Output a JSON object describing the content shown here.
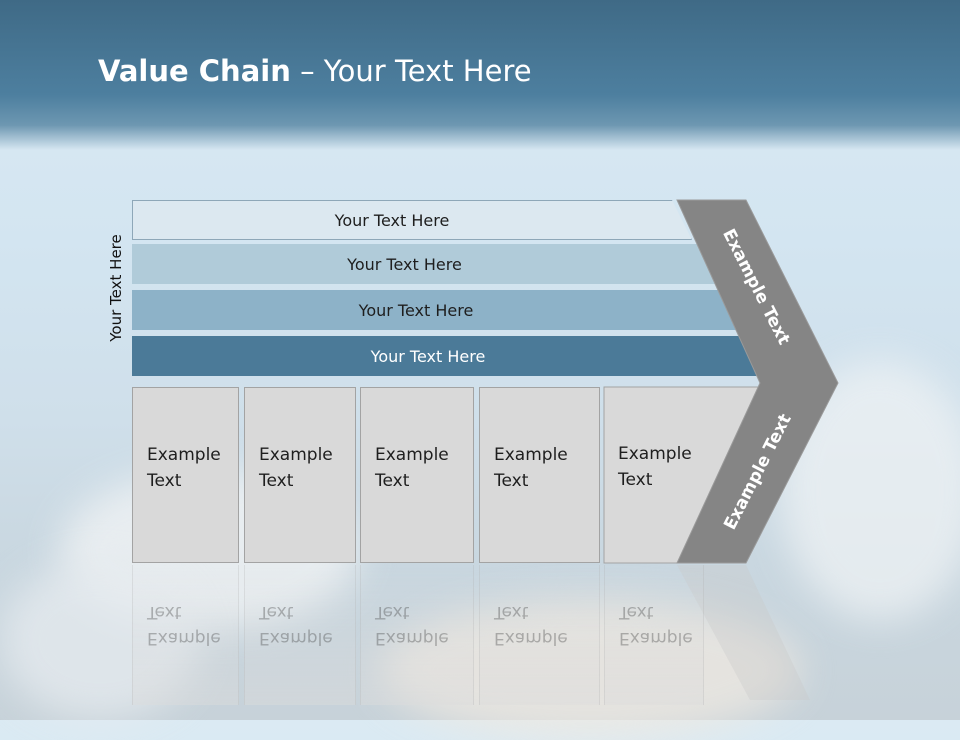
{
  "title": {
    "bold": "Value Chain",
    "rest": " – Your Text Here"
  },
  "side_label": "Your Text Here",
  "bars": [
    {
      "label": "Your Text Here"
    },
    {
      "label": "Your Text Here"
    },
    {
      "label": "Your Text Here"
    },
    {
      "label": "Your Text Here"
    }
  ],
  "boxes": [
    {
      "label": "Example\nText"
    },
    {
      "label": "Example\nText"
    },
    {
      "label": "Example\nText"
    },
    {
      "label": "Example\nText"
    },
    {
      "label": "Example\nText"
    }
  ],
  "chevron": {
    "upper_label": "Example Text",
    "lower_label": "Example Text"
  },
  "colors": {
    "header": "#4d7f9f",
    "bar_light": "#dce8f0",
    "bar_mid": "#b0cbd9",
    "bar_mid2": "#8db2c8",
    "bar_dark": "#4b7a98",
    "chevron": "#858585",
    "box": "#d9d9d9"
  }
}
